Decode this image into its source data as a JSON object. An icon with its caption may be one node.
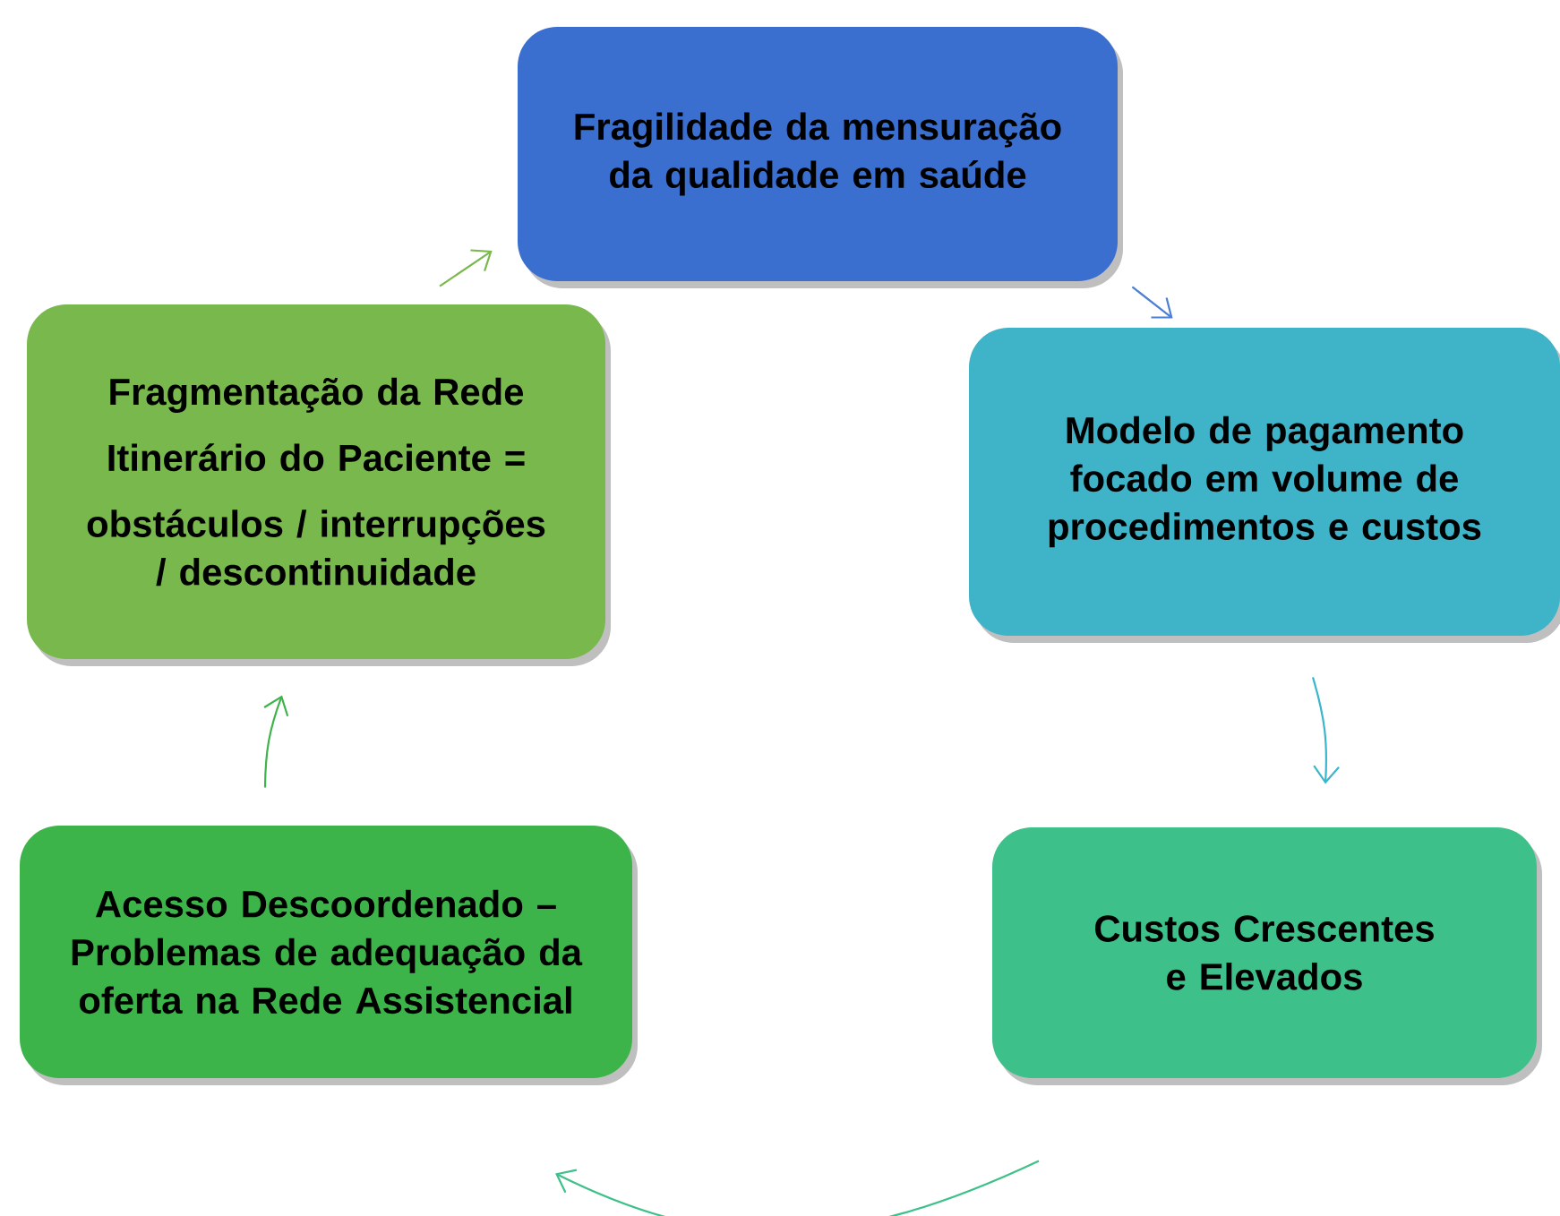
{
  "diagram": {
    "nodes": [
      {
        "text": [
          "Fragilidade da mensuração da qualidade em saúde"
        ]
      },
      {
        "text": [
          "Modelo de pagamento focado em volume de procedimentos e custos"
        ]
      },
      {
        "text": [
          "Custos Crescentes e Elevados"
        ]
      },
      {
        "text": [
          "Acesso Descoordenado – Problemas de adequação da oferta na Rede Assistencial"
        ]
      },
      {
        "text": [
          "Fragmentação da Rede",
          "Itinerário do Paciente =",
          "obstáculos / interrupções / descontinuidade"
        ]
      }
    ],
    "edges": [
      {
        "from": 0,
        "to": 1,
        "arrow": "to",
        "color": "#4a7fd4"
      },
      {
        "from": 1,
        "to": 2,
        "arrow": "to",
        "color": "#3ab5cc"
      },
      {
        "from": 2,
        "to": 3,
        "arrow": "to",
        "color": "#3ec08a"
      },
      {
        "from": 3,
        "to": 4,
        "arrow": "to",
        "color": "#3db449"
      },
      {
        "from": 4,
        "to": 0,
        "arrow": "to",
        "color": "#79b84c"
      }
    ]
  }
}
